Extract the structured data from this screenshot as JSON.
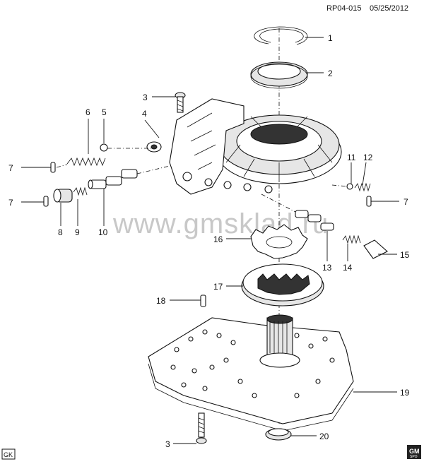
{
  "header": {
    "ref": "RP04-015",
    "date": "05/25/2012"
  },
  "watermark": "www.gmsklad.ru",
  "corner_badge": "GK",
  "logo": {
    "text": "GM",
    "subtext": "SPO"
  },
  "callouts": [
    {
      "id": "c1",
      "label": "1"
    },
    {
      "id": "c2",
      "label": "2"
    },
    {
      "id": "c3a",
      "label": "3"
    },
    {
      "id": "c4",
      "label": "4"
    },
    {
      "id": "c5",
      "label": "5"
    },
    {
      "id": "c6",
      "label": "6"
    },
    {
      "id": "c7a",
      "label": "7"
    },
    {
      "id": "c7b",
      "label": "7"
    },
    {
      "id": "c7c",
      "label": "7"
    },
    {
      "id": "c8",
      "label": "8"
    },
    {
      "id": "c9",
      "label": "9"
    },
    {
      "id": "c10",
      "label": "10"
    },
    {
      "id": "c11",
      "label": "11"
    },
    {
      "id": "c12",
      "label": "12"
    },
    {
      "id": "c13",
      "label": "13"
    },
    {
      "id": "c14",
      "label": "14"
    },
    {
      "id": "c15",
      "label": "15"
    },
    {
      "id": "c16",
      "label": "16"
    },
    {
      "id": "c17",
      "label": "17"
    },
    {
      "id": "c18",
      "label": "18"
    },
    {
      "id": "c19",
      "label": "19"
    },
    {
      "id": "c20",
      "label": "20"
    },
    {
      "id": "c3b",
      "label": "3"
    }
  ]
}
